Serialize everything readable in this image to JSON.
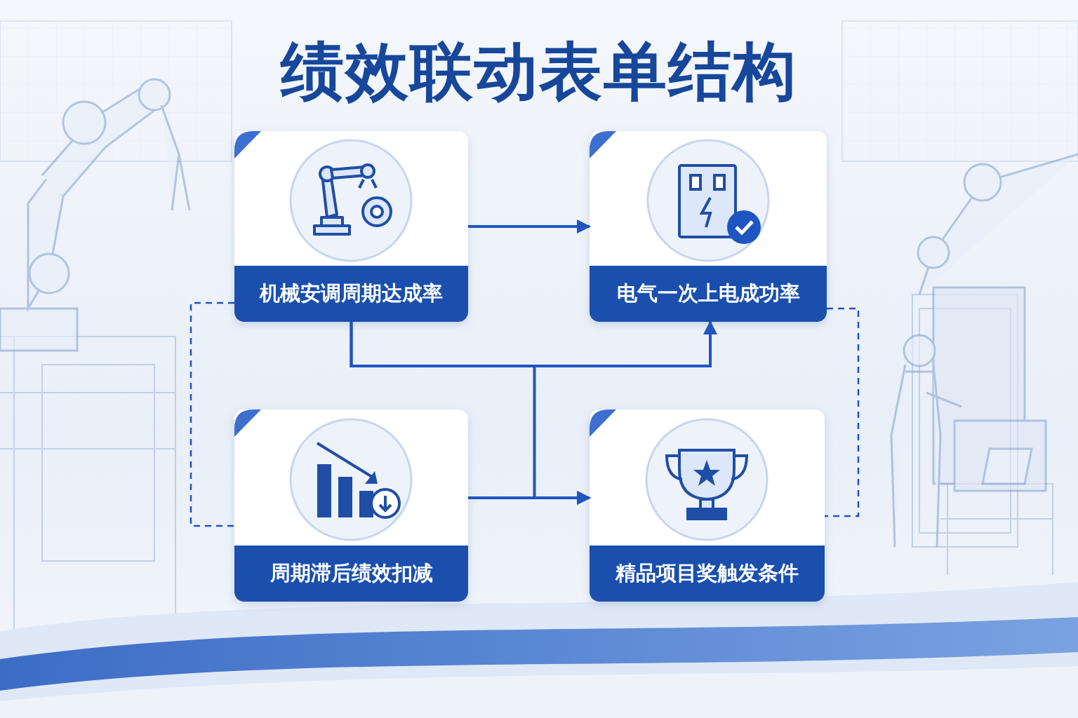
{
  "diagram": {
    "title": "绩效联动表单结构",
    "nodes": [
      {
        "text": [
          "机械安调周期达成率"
        ]
      },
      {
        "text": [
          "电气一次上电成功率"
        ]
      },
      {
        "text": [
          "周期滞后绩效扣减"
        ]
      },
      {
        "text": [
          "精品项目奖触发条件"
        ]
      }
    ],
    "edges": [
      {
        "from": 0,
        "to": 1,
        "arrow": "to"
      },
      {
        "from": 0,
        "to": 1,
        "arrow": "to"
      },
      {
        "from": 0,
        "to": 3,
        "arrow": "to"
      },
      {
        "from": 2,
        "to": 3,
        "arrow": "to"
      },
      {
        "from": 0,
        "to": 2,
        "arrow": "none"
      },
      {
        "from": 1,
        "to": 3,
        "arrow": "none"
      }
    ]
  }
}
